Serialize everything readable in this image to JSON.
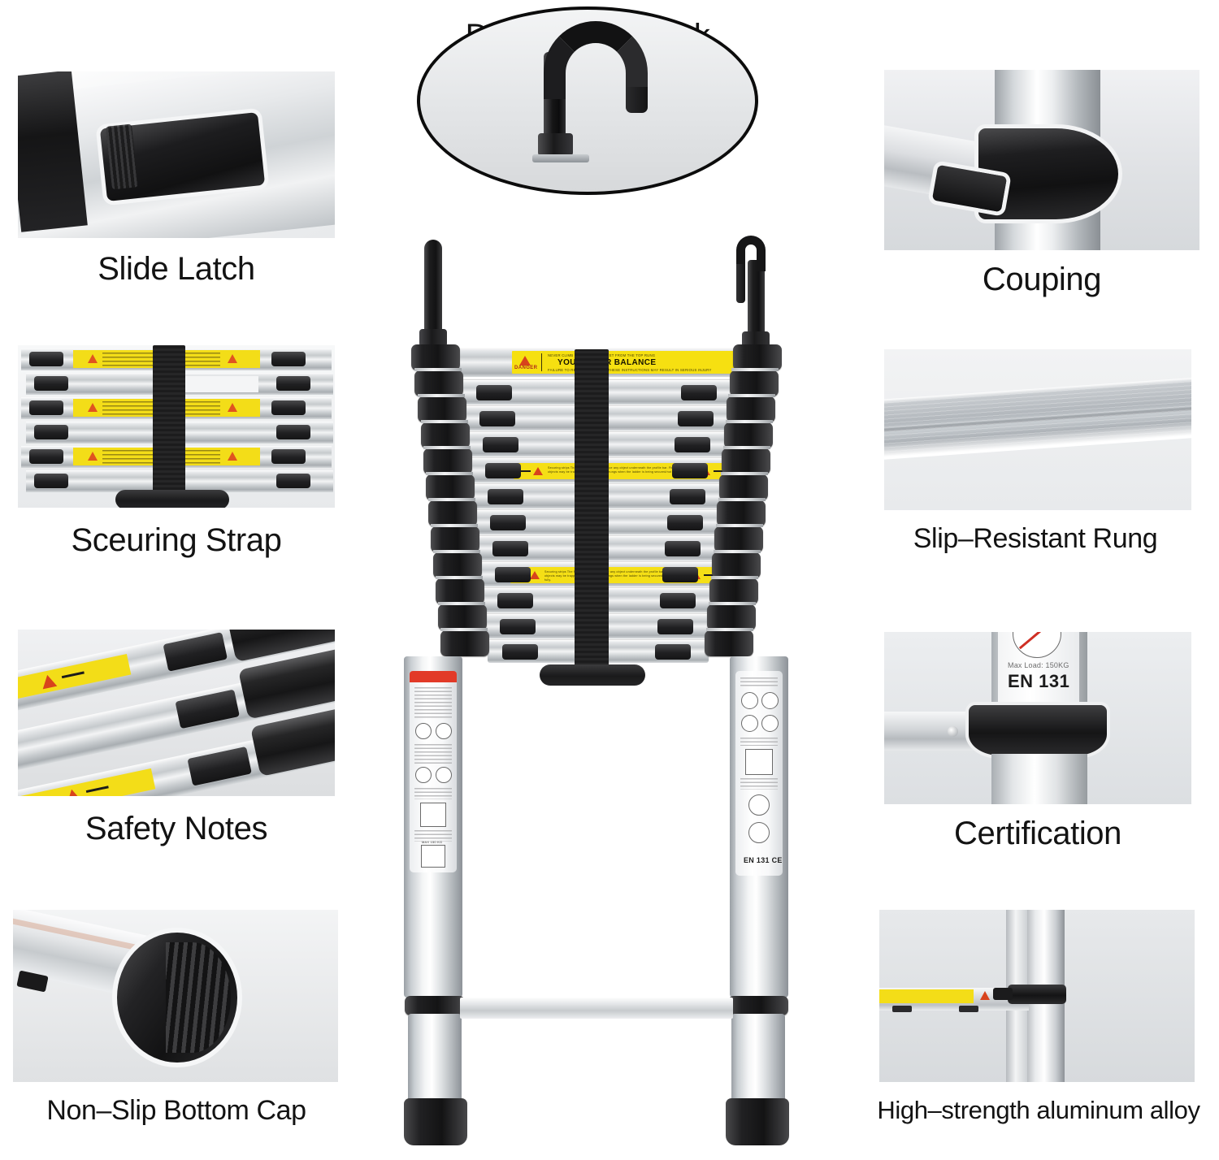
{
  "page": {
    "background_color": "#ffffff",
    "text_color": "#131313",
    "product": "Telescoping Extension Ladder Feature Callout Infographic"
  },
  "hero": {
    "name": "detachable-hook-callout",
    "caption": "Detachable Hook",
    "shape": "oval",
    "subject": "black rubber J-shaped detachable hook"
  },
  "features_left": [
    {
      "id": "slide-latch",
      "caption": "Slide Latch",
      "subject": "black rubber slide latch thumb tab set into aluminium rung end"
    },
    {
      "id": "securing-strap",
      "caption": "Sceuring Strap",
      "subject": "black nylon securing strap across collapsed rungs with yellow warning decals"
    },
    {
      "id": "safety-notes",
      "caption": "Safety Notes",
      "subject": "yellow warning decals with red triangle pinch-point icons on rungs"
    },
    {
      "id": "non-slip-bottom-cap",
      "caption": "Non–Slip Bottom Cap",
      "subject": "black ribbed rubber end cap on aluminium leg"
    }
  ],
  "features_right": [
    {
      "id": "coupling",
      "caption": "Couping",
      "subject": "black rubber coupling collar joining round tube to rung"
    },
    {
      "id": "slip-resistant-rung",
      "caption": "Slip–Resistant Rung",
      "subject": "ribbed aluminium slip resistant rung surface"
    },
    {
      "id": "certification",
      "caption": "Certification",
      "subject": "rail decal showing certification marking",
      "decal_line_1": "Max Load: 150KG",
      "decal_line_2": "EN 131"
    },
    {
      "id": "high-strength-aluminum-alloy",
      "caption": "High–strength aluminum alloy",
      "subject": "aluminium alloy tube and rung joint with yellow decal"
    }
  ],
  "ladder": {
    "name": "collapsed-telescoping-ladder",
    "state": "collapsed",
    "rung_count": 12,
    "hook_count": 2,
    "strap": "securing strap",
    "danger_label": {
      "tag": "DANGER",
      "headline": "YOU       E YOUR BALANCE",
      "line_top": "NEVER CLIMB HIGHER THAN 3 FEET FROM THE TOP RUNG",
      "line_bottom": "FAILURE TO READ AND FOLLOW THESE INSTRUCTIONS MAY RESULT IN SERIOUS INJURY"
    },
    "rung_warning_labels": [
      "Securing strips The Profile Bar. Do not place any object underneath the profile bar. Fingers or objects may be trapped in or between the rungs when the ladder is being secured/not secured fully.",
      "Securing strips The Profile Bar. Do not place any object underneath the profile bar. Fingers or objects may be trapped in or between the rungs when the ladder is being secured/not secured fully."
    ],
    "left_rail_decal": {
      "top_band_color": "#e23a28",
      "max_load": "MAX 150 KG"
    },
    "right_rail_decal": {
      "certification": "EN 131 CE"
    }
  },
  "colors": {
    "caption_text": "#131313",
    "warning_yellow": "#f5df16",
    "danger_red": "#d93025",
    "rail_red_band": "#e23a28",
    "rubber_black": "#16161a",
    "aluminium_light": "#eef0f1",
    "aluminium_mid": "#c3c8cc",
    "photo_backdrop": "#e9eaec"
  }
}
